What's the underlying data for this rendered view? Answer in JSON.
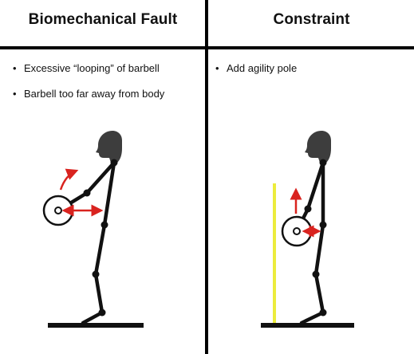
{
  "left_panel": {
    "header": "Biomechanical Fault",
    "bullets": [
      "Excessive “looping” of barbell",
      "Barbell too far away from body"
    ]
  },
  "right_panel": {
    "header": "Constraint",
    "bullets": [
      "Add agility pole"
    ]
  },
  "bullet_glyph": "•",
  "colors": {
    "figure": "#111111",
    "head": "#3d3d3d",
    "arrow": "#d9231f",
    "pole": "#ecec3c",
    "divider": "#000000"
  }
}
